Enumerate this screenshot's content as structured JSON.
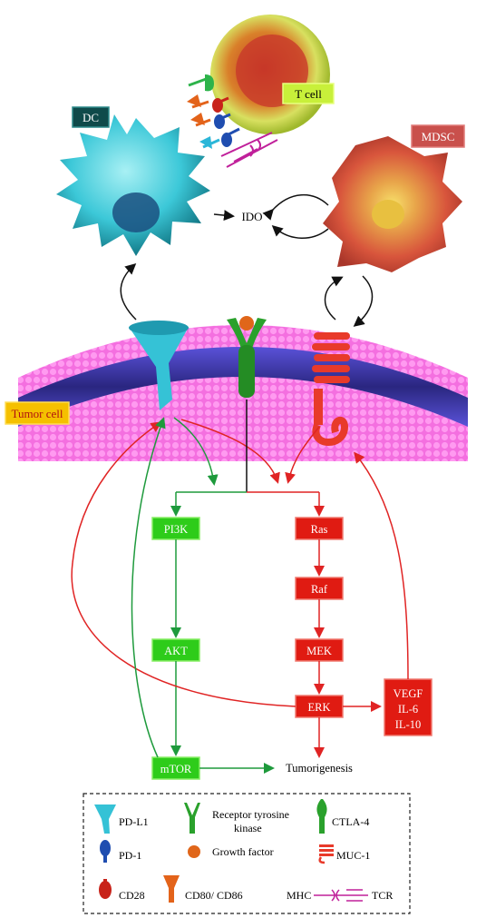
{
  "cells": {
    "dc": "DC",
    "t_cell": "T cell",
    "mdsc": "MDSC",
    "tumor_cell": "Tumor cell",
    "ido": "IDO"
  },
  "pathway": {
    "pi3k": "PI3K",
    "akt": "AKT",
    "mtor": "mTOR",
    "ras": "Ras",
    "raf": "Raf",
    "mek": "MEK",
    "erk": "ERK",
    "cytokines": [
      "VEGF",
      "IL-6",
      "IL-10"
    ],
    "tumorigenesis": "Tumorigenesis"
  },
  "legend": {
    "pd_l1": "PD-L1",
    "rtk_line1": "Receptor tyrosine",
    "rtk_line2": "kinase",
    "ctla4": "CTLA-4",
    "pd1": "PD-1",
    "growth_factor": "Growth factor",
    "muc1": "MUC-1",
    "cd28": "CD28",
    "cd80_86": "CD80/ CD86",
    "mhc": "MHC",
    "tcr": "TCR"
  },
  "colors": {
    "green_box": "#2ecc1a",
    "red_box": "#e01b12",
    "green_arrow": "#1e9a3c",
    "red_arrow": "#e02424",
    "dc_label_bg": "#0f4a4a",
    "tcell_label_bg": "#c8f03a",
    "mdsc_label_bg": "#c9504c",
    "tumor_label_bg": "#f5c000",
    "membrane_pink": "#ff5fe0",
    "membrane_blue": "#3a3ab8"
  }
}
